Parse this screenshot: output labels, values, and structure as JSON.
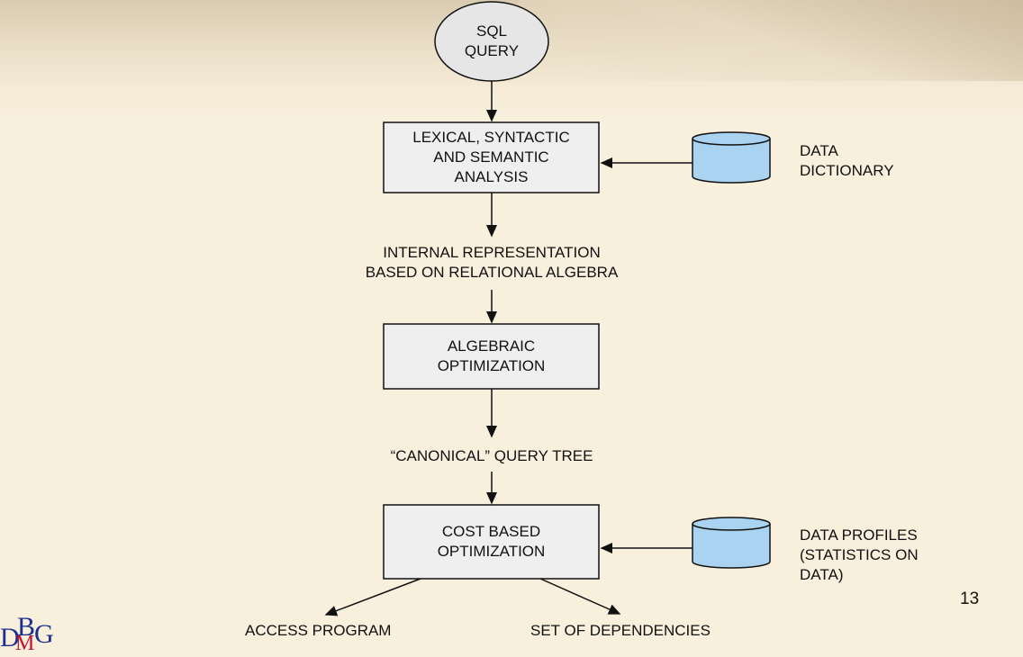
{
  "diagram": {
    "start": {
      "lines": [
        "SQL",
        "QUERY"
      ]
    },
    "analysis": {
      "lines": [
        "LEXICAL, SYNTACTIC",
        "AND SEMANTIC",
        "ANALYSIS"
      ]
    },
    "data_dictionary": {
      "lines": [
        "DATA",
        "DICTIONARY"
      ]
    },
    "internal_rep": {
      "lines": [
        "INTERNAL REPRESENTATION",
        "BASED ON RELATIONAL ALGEBRA"
      ]
    },
    "algebraic": {
      "lines": [
        "ALGEBRAIC",
        "OPTIMIZATION"
      ]
    },
    "canonical": {
      "text": "“CANONICAL” QUERY TREE"
    },
    "cost_based": {
      "lines": [
        "COST BASED",
        "OPTIMIZATION"
      ]
    },
    "data_profiles": {
      "lines": [
        "DATA PROFILES",
        "(STATISTICS ON",
        "DATA)"
      ]
    },
    "access_program": {
      "text": "ACCESS PROGRAM"
    },
    "set_of_dependencies": {
      "text": "SET OF DEPENDENCIES"
    }
  },
  "page_number": "13",
  "logo": {
    "text": "DBMG",
    "colors": {
      "blue": "#1a2f8f",
      "red": "#c8102e"
    }
  },
  "colors": {
    "process_box": "#efefef",
    "database": "#a9d3f0",
    "stroke": "#111111",
    "background": "#f8efdc"
  }
}
